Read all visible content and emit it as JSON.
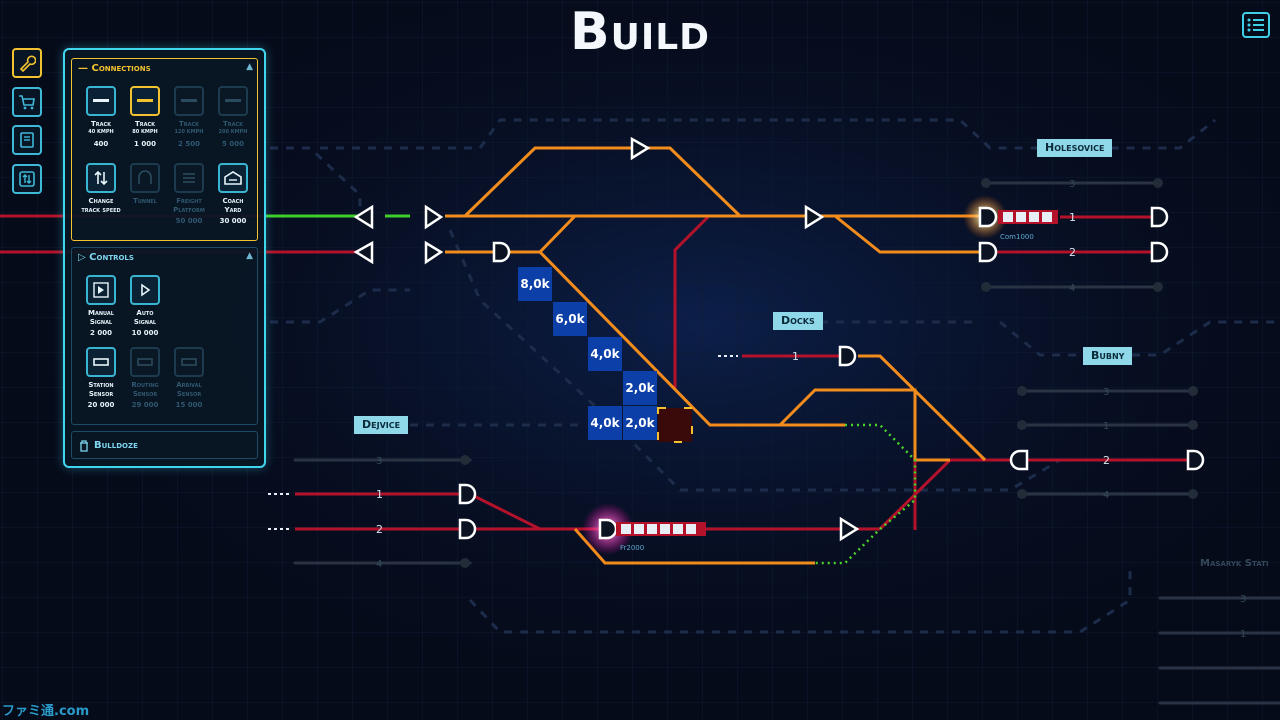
{
  "title": "Build",
  "menu_icon": "list-icon",
  "side_tabs": [
    {
      "icon": "wrench-icon",
      "active": true
    },
    {
      "icon": "cart-icon",
      "active": false
    },
    {
      "icon": "book-icon",
      "active": false
    },
    {
      "icon": "swap-arrows-icon",
      "active": false
    }
  ],
  "panel": {
    "connections": {
      "label": "Connections",
      "tools": [
        {
          "name": "Track",
          "sub": "40 KMPH",
          "price": "400"
        },
        {
          "name": "Track",
          "sub": "80 KMPH",
          "price": "1 000"
        },
        {
          "name": "Track",
          "sub": "120 KMPH",
          "price": "2 500"
        },
        {
          "name": "Track",
          "sub": "200 KMPH",
          "price": "5 000"
        },
        {
          "name": "Change",
          "name2": "track speed"
        },
        {
          "name": "Tunnel"
        },
        {
          "name": "Freight",
          "name2": "Platform",
          "price": "50 000"
        },
        {
          "name": "Coach",
          "name2": "Yard",
          "price": "30 000"
        }
      ]
    },
    "controls": {
      "label": "Controls",
      "tools": [
        {
          "name": "Manual",
          "name2": "Signal",
          "price": "2 000"
        },
        {
          "name": "Auto",
          "name2": "Signal",
          "price": "10 000"
        },
        {
          "name": "Station",
          "name2": "Sensor",
          "price": "20 000"
        },
        {
          "name": "Routing",
          "name2": "Sensor",
          "price": "29 000"
        },
        {
          "name": "Arrival",
          "name2": "Sensor",
          "price": "15 000"
        }
      ]
    },
    "bulldoze": "Bulldoze"
  },
  "stations": {
    "holesovice": "Holesovice",
    "docks": "Docks",
    "bubny": "Bubny",
    "dejvice": "Dejvice",
    "masaryk": "Masaryk Stati"
  },
  "costs": [
    "8,0k",
    "6,0k",
    "4,0k",
    "2,0k",
    "4,0k",
    "2,0k"
  ],
  "tracks": {
    "holesovice": [
      "3",
      "1",
      "2",
      "4"
    ],
    "docks": [
      "1"
    ],
    "bubny": [
      "3",
      "1",
      "2",
      "4"
    ],
    "dejvice": [
      "3",
      "1",
      "2",
      "4"
    ],
    "masaryk": [
      "3",
      "1"
    ]
  },
  "trains": {
    "top": "Com1000",
    "bottom": "Fr2000"
  },
  "watermark": "ファミ通.com",
  "colors": {
    "accent": "#3fd6ee",
    "selected": "#f2c230",
    "track_orange": "#f28c1c",
    "track_red": "#b3122a",
    "track_green": "#3dcf2a",
    "cost_block": "#0c3fa8"
  }
}
